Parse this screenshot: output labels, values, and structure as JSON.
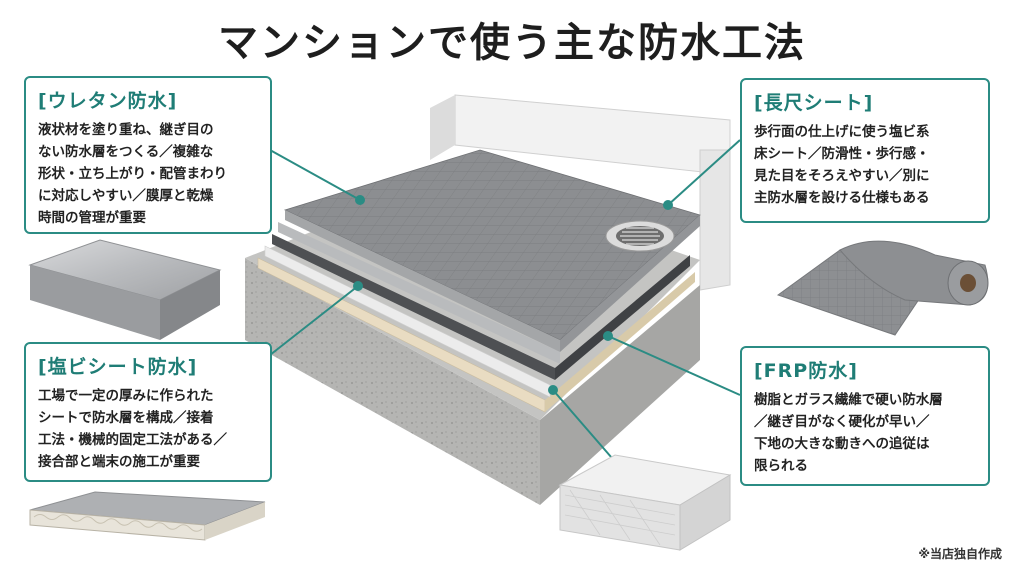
{
  "title": "マンションで使う主な防水工法",
  "cards": {
    "urethane": {
      "title": "[ウレタン防水]",
      "lines": [
        "液状材を塗り重ね、継ぎ目の",
        "ない防水層をつくる／複雑な",
        "形状・立ち上がり・配管まわり",
        "に対応しやすい／膜厚と乾燥",
        "時間の管理が重要"
      ]
    },
    "pvc_sheet": {
      "title": "[塩ビシート防水]",
      "lines": [
        "工場で一定の厚みに作られた",
        "シートで防水層を構成／接着",
        "工法・機械的固定工法がある／",
        "接合部と端末の施工が重要"
      ]
    },
    "long_sheet": {
      "title": "[長尺シート]",
      "lines": [
        "歩行面の仕上げに使う塩ビ系",
        "床シート／防滑性・歩行感・",
        "見た目をそろえやすい／別に",
        "主防水層を設ける仕様もある"
      ]
    },
    "frp": {
      "title": "[FRP防水]",
      "lines": [
        "樹脂とガラス繊維で硬い防水層",
        "／継ぎ目がなく硬化が早い／",
        "下地の大きな動きへの追従は",
        "限られる"
      ]
    }
  },
  "credit": "※当店独自作成",
  "colors": {
    "accent": "#2b8c84",
    "accent_text": "#1f7d76"
  }
}
